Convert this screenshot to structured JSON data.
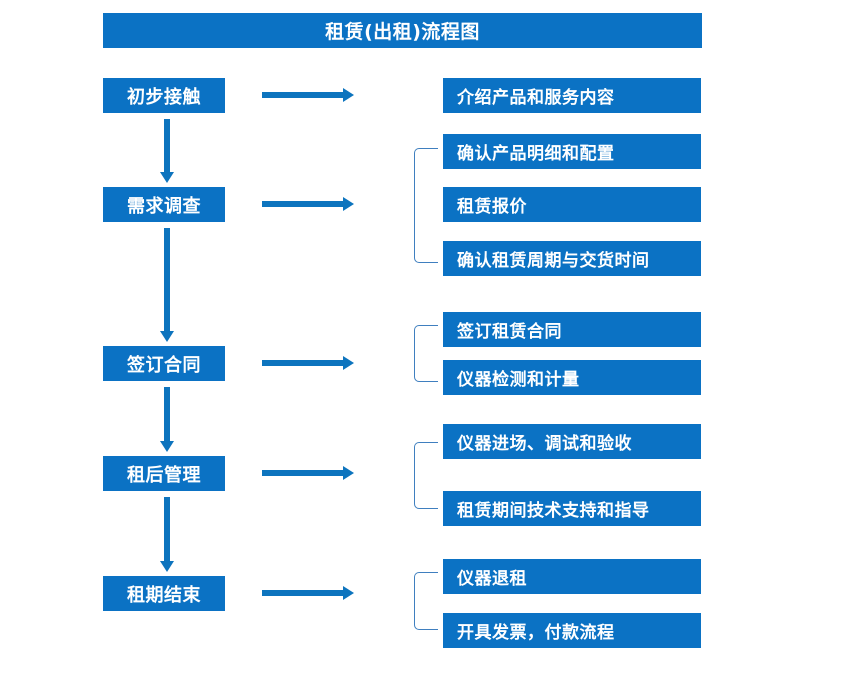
{
  "diagram": {
    "title": "租赁(出租)流程图",
    "colors": {
      "box_fill": "#0b72c4",
      "box_text": "#ffffff",
      "arrow": "#0d74be",
      "bracket": "#3f7fbf",
      "background": "#ffffff"
    },
    "stages": [
      {
        "label": "初步接触"
      },
      {
        "label": "需求调查"
      },
      {
        "label": "签订合同"
      },
      {
        "label": "租后管理"
      },
      {
        "label": "租期结束"
      }
    ],
    "detail_groups": [
      {
        "stage": "初步接触",
        "bracketed": false,
        "items": [
          {
            "label": "介绍产品和服务内容"
          }
        ]
      },
      {
        "stage": "需求调查",
        "bracketed": true,
        "items": [
          {
            "label": "确认产品明细和配置"
          },
          {
            "label": "租赁报价"
          },
          {
            "label": "确认租赁周期与交货时间"
          }
        ]
      },
      {
        "stage": "签订合同",
        "bracketed": true,
        "items": [
          {
            "label": "签订租赁合同"
          },
          {
            "label": "仪器检测和计量"
          }
        ]
      },
      {
        "stage": "租后管理",
        "bracketed": true,
        "items": [
          {
            "label": "仪器进场、调试和验收"
          },
          {
            "label": "租赁期间技术支持和指导"
          }
        ]
      },
      {
        "stage": "租期结束",
        "bracketed": true,
        "items": [
          {
            "label": "仪器退租"
          },
          {
            "label": "开具发票，付款流程"
          }
        ]
      }
    ]
  }
}
